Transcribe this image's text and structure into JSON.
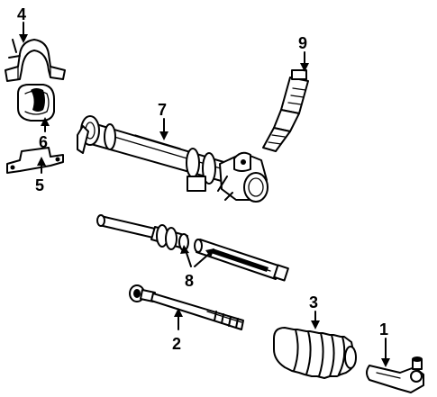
{
  "callouts": {
    "c1": "1",
    "c2": "2",
    "c3": "3",
    "c4": "4",
    "c5": "5",
    "c6": "6",
    "c7": "7",
    "c8": "8",
    "c9": "9"
  },
  "parts": [
    {
      "name": "outer-tie-rod-end",
      "callout": "1"
    },
    {
      "name": "inner-tie-rod",
      "callout": "2"
    },
    {
      "name": "dust-boot",
      "callout": "3"
    },
    {
      "name": "mount-bracket",
      "callout": "4"
    },
    {
      "name": "clamp-plate",
      "callout": "5"
    },
    {
      "name": "mount-bushing",
      "callout": "6"
    },
    {
      "name": "rack-and-pinion-housing",
      "callout": "7"
    },
    {
      "name": "rack-shaft-assembly",
      "callout": "8"
    },
    {
      "name": "pinion-shaft",
      "callout": "9"
    }
  ]
}
